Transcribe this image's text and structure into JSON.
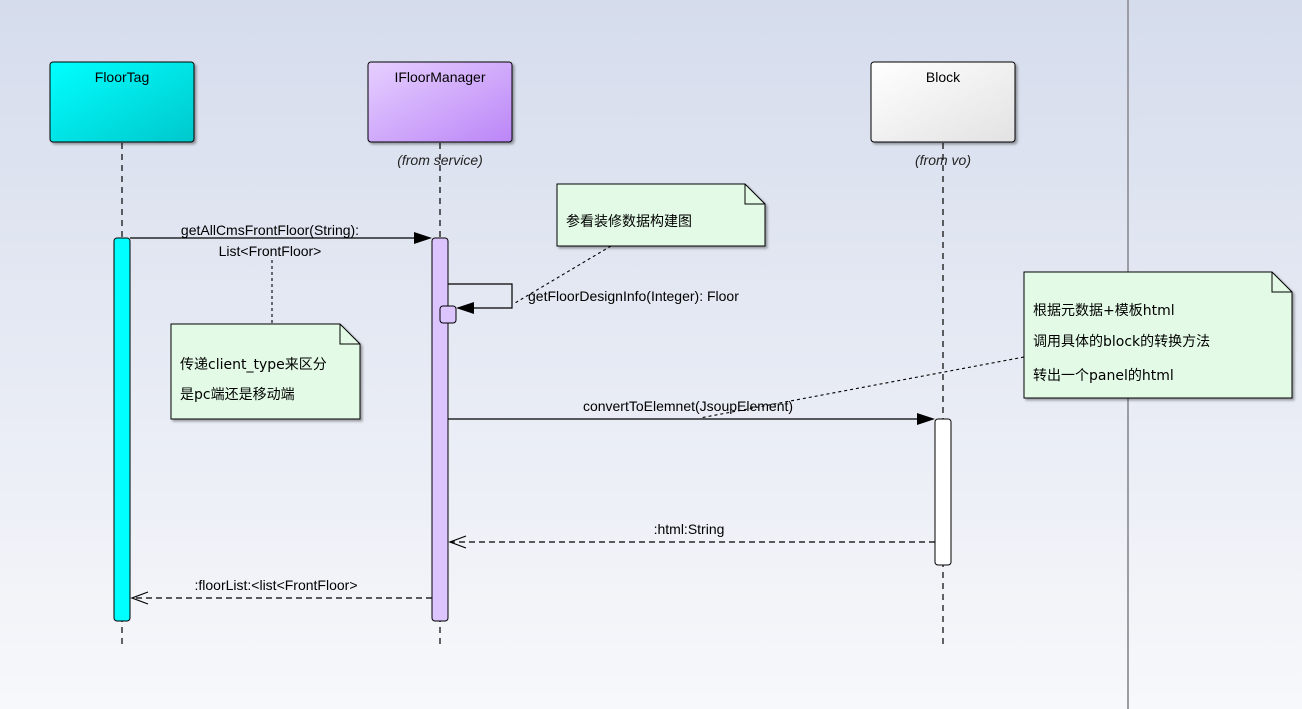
{
  "participants": [
    {
      "id": "floortag",
      "name": "FloorTag",
      "from": ""
    },
    {
      "id": "ifloormanager",
      "name": "IFloorManager",
      "from": "(from service)"
    },
    {
      "id": "block",
      "name": "Block",
      "from": "(from vo)"
    }
  ],
  "messages": {
    "m1": {
      "line1": "getAllCmsFrontFloor(String):",
      "line2": "List<FrontFloor>"
    },
    "m2": "getFloorDesignInfo(Integer): Floor",
    "m3": "convertToElemnet(JsoupElement)",
    "m4": ":html:String",
    "m5": ":floorList:<list<FrontFloor>"
  },
  "notes": {
    "n1": "参看装修数据构建图",
    "n2": [
      "传递client_type来区分",
      "是pc端还是移动端"
    ],
    "n3": [
      "根据元数据+模板html",
      "调用具体的block的转换方法",
      "转出一个panel的html"
    ]
  },
  "colors": {
    "background_top": "#d5dcec",
    "background_bottom": "#f7f8fb",
    "floortag_fill": "#00ffff",
    "floortag_fill_end": "#00c8cc",
    "ifloormanager_fill": "#e6cfff",
    "ifloormanager_fill_end": "#bb86f7",
    "block_fill": "#ffffff",
    "block_fill_end": "#e2e2e2",
    "floortag_activation": "#00ffff",
    "ifloormanager_activation": "#dcc4ff",
    "block_activation": "#ffffff",
    "note_fill": "#e3fbe6",
    "divider": "#9c9ca4"
  }
}
